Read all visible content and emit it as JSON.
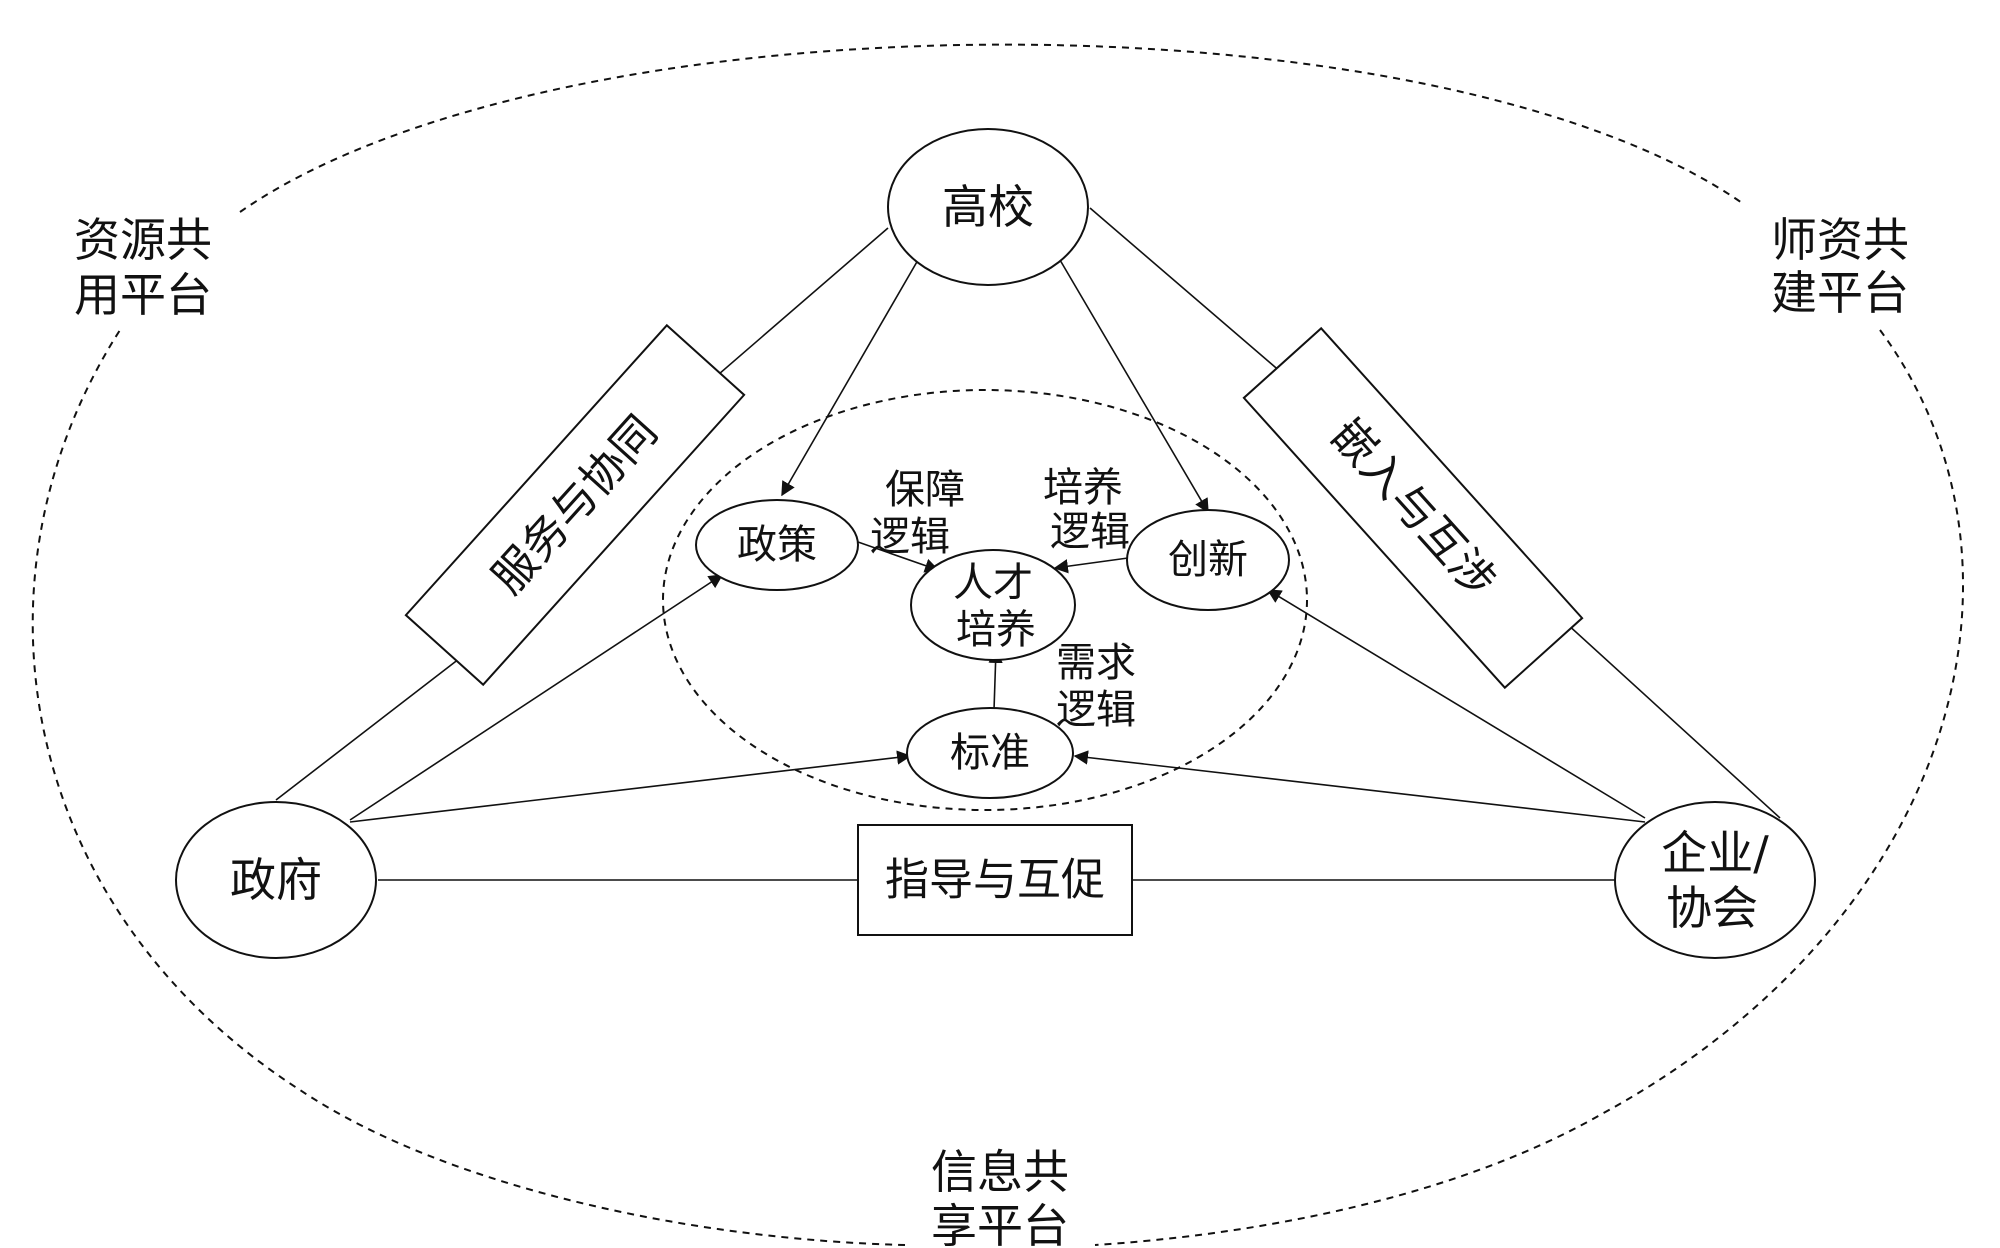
{
  "nodes": {
    "university": "高校",
    "government": "政府",
    "enterprise_line1": "企业/",
    "enterprise_line2": "协会",
    "policy": "政策",
    "innovation": "创新",
    "talent_line1": "人才",
    "talent_line2": "培养",
    "standard": "标准"
  },
  "relations": {
    "left": "服务与协同",
    "right": "嵌入与互涉",
    "bottom": "指导与互促"
  },
  "logic": {
    "guarantee_line1": "保障",
    "guarantee_line2": "逻辑",
    "cultivation_line1": "培养",
    "cultivation_line2": "逻辑",
    "demand_line1": "需求",
    "demand_line2": "逻辑"
  },
  "platforms": {
    "resource_line1": "资源共",
    "resource_line2": "用平台",
    "faculty_line1": "师资共",
    "faculty_line2": "建平台",
    "info_line1": "信息共",
    "info_line2": "享平台"
  },
  "colors": {
    "stroke": "#111111",
    "background": "#ffffff"
  }
}
